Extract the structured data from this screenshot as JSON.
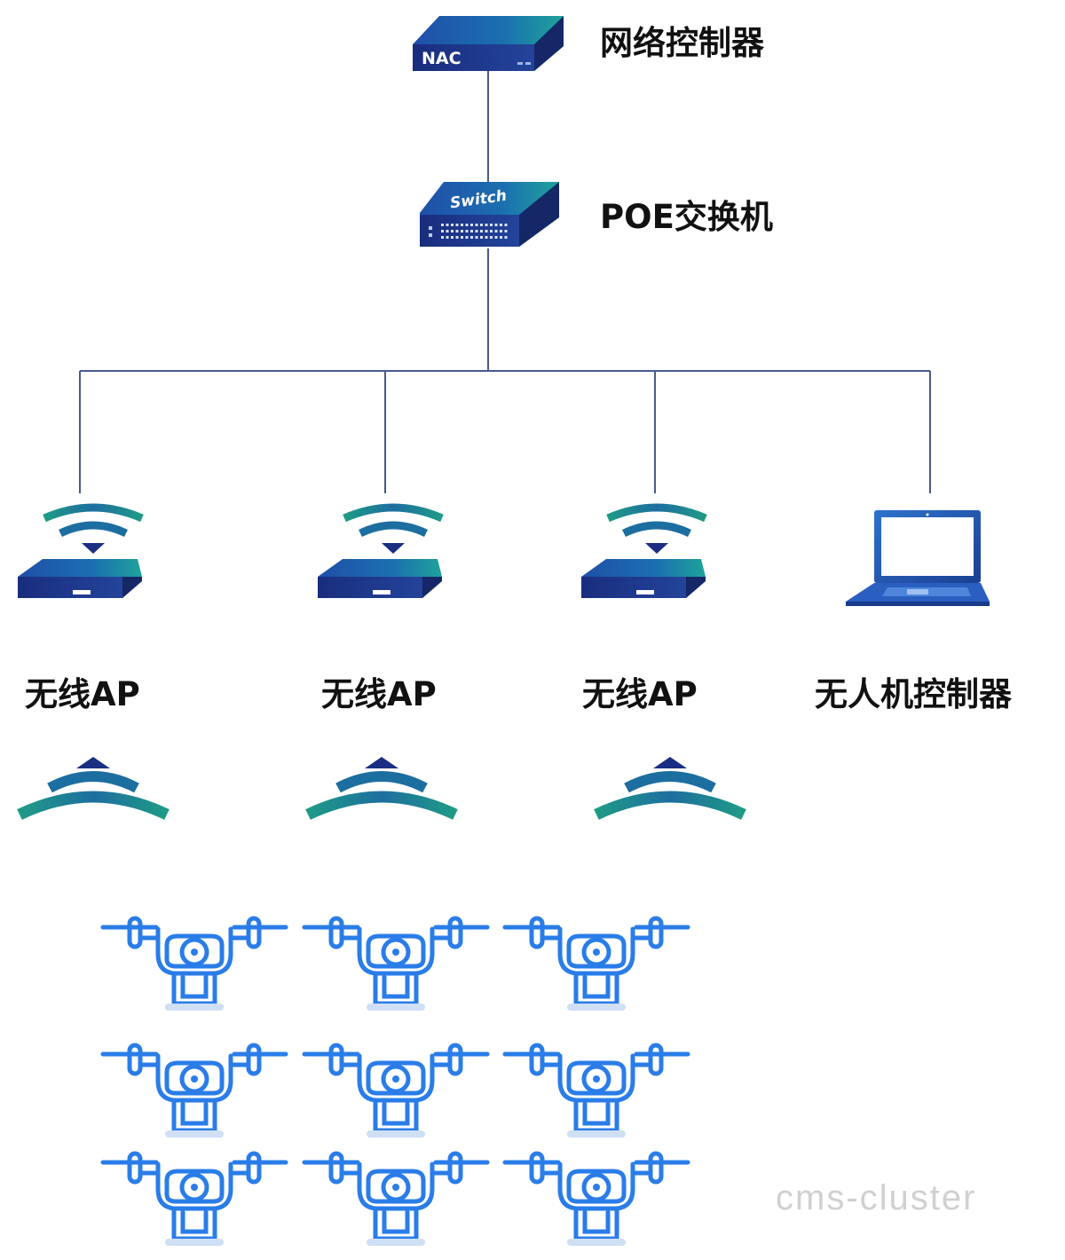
{
  "nodes": {
    "nac": {
      "label": "网络控制器",
      "badge": "NAC"
    },
    "switch": {
      "label": "POE交换机",
      "badge": "Switch"
    },
    "aps": [
      {
        "label": "无线AP"
      },
      {
        "label": "无线AP"
      },
      {
        "label": "无线AP"
      }
    ],
    "uav_controller": {
      "label": "无人机控制器"
    }
  },
  "watermark": "cms-cluster",
  "colors": {
    "line": "#4a5a8e",
    "device_dark": "#1b2f82",
    "device_mid": "#2a62b8",
    "device_teal": "#1fa8a0",
    "drone": "#2a7de8",
    "drone_light": "#cfe0f5"
  }
}
